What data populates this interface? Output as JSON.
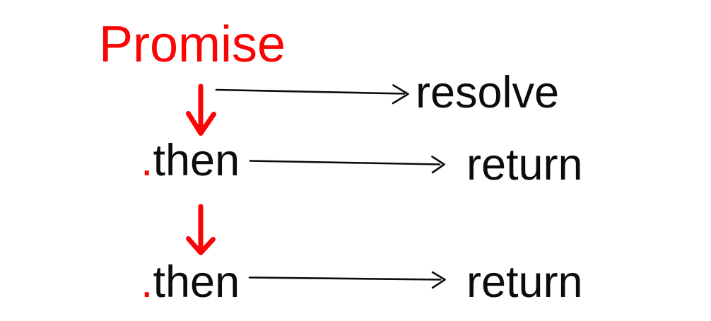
{
  "colors": {
    "background": "#ffffff",
    "accent_red": "#fa0505",
    "ink": "#0c0c0c"
  },
  "diagram": {
    "title": "Promise",
    "resolve_label": "resolve",
    "steps": [
      {
        "dot": ".",
        "name": "then",
        "result": "return"
      },
      {
        "dot": ".",
        "name": "then",
        "result": "return"
      }
    ],
    "icons": {
      "down_arrow": "arrow-down",
      "right_arrow": "arrow-right"
    }
  }
}
